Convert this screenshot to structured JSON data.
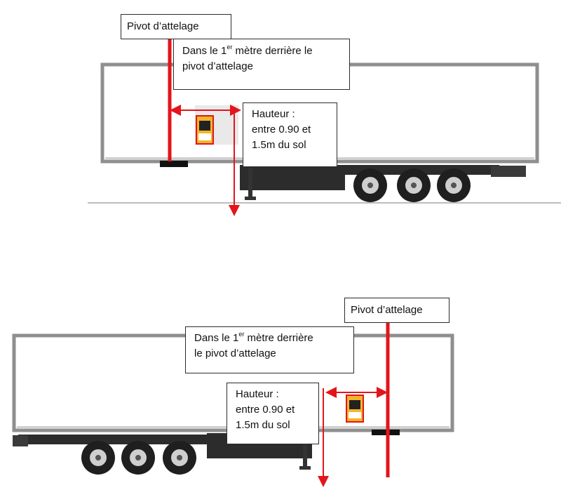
{
  "colors": {
    "marker": "#e3151b",
    "trailer_body": "#ffffff",
    "trailer_frame": "#8f8f8f",
    "chassis": "#2c2c2c",
    "tire": "#1f1f1f",
    "rim": "#cfcfcf",
    "box_border": "#2b2b2b",
    "sticker_border": "#e3151b",
    "sticker_fill": "#f3b62a"
  },
  "icons": {
    "sticker": "blind-spot-warning-sticker-icon",
    "arrow": "red-arrow-icon"
  },
  "top": {
    "pivot_label": "Pivot d’attelage",
    "distance": {
      "line1_before": "Dans le 1",
      "line1_sup": "er",
      "line1_after": " mètre derrière le",
      "line2": "pivot d’attelage"
    },
    "height": {
      "line1": "Hauteur :",
      "line2": "entre  0.90 et",
      "line3": "1.5m du sol"
    }
  },
  "bottom": {
    "pivot_label": "Pivot d’attelage",
    "distance": {
      "line1_before": "Dans le 1",
      "line1_sup": "er",
      "line1_after": " mètre derrière",
      "line2": "le pivot d’attelage"
    },
    "height": {
      "line1": "Hauteur :",
      "line2": "entre 0.90 et",
      "line3": "1.5m du sol"
    }
  }
}
